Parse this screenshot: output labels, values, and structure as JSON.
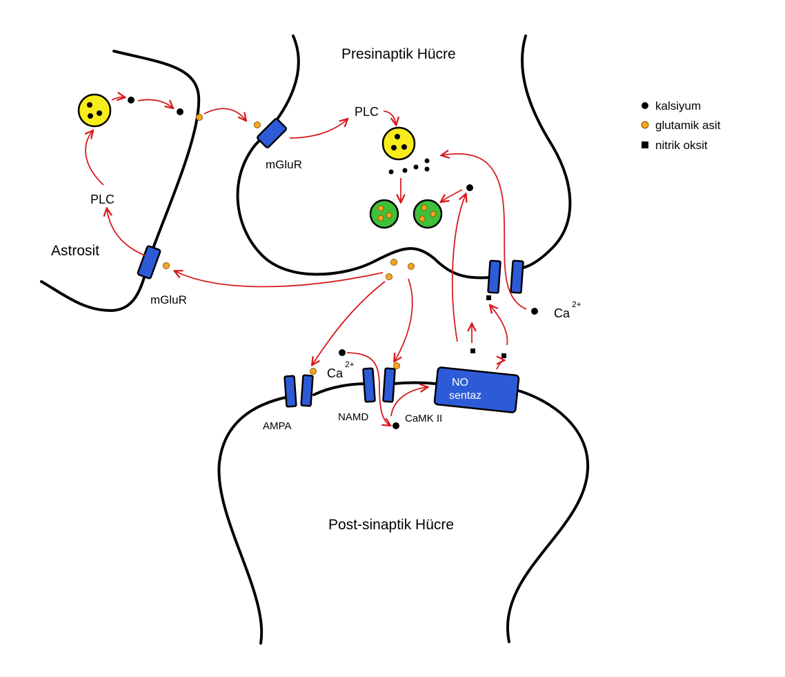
{
  "labels": {
    "presynaptic": "Presinaptik Hücre",
    "postsynaptic": "Post-sinaptik Hücre",
    "astrocyte": "Astrosit",
    "mglur_astro": "mGluR",
    "mglur_pre": "mGluR",
    "plc_astro": "PLC",
    "plc_pre": "PLC",
    "ampa": "AMPA",
    "namd": "NAMD",
    "camk": "CaMK II",
    "no_line1": "NO",
    "no_line2": "sentaz",
    "ca_post": "Ca",
    "ca_post_sup": "2+",
    "ca_pre": "Ca",
    "ca_pre_sup": "2+"
  },
  "legend": {
    "items": [
      {
        "symbol": "calcium-dot",
        "label": "kalsiyum"
      },
      {
        "symbol": "glutamate-dot",
        "label": "glutamik asit"
      },
      {
        "symbol": "nitric-oxide-square",
        "label": "nitrik oksit"
      }
    ]
  },
  "colors": {
    "arrow": "#d7191c",
    "receptor": "#2d5bd7",
    "glutamate": "#f5a623",
    "vesicle_yellow": "#f7ec1c",
    "vesicle_green": "#3fc03a"
  }
}
